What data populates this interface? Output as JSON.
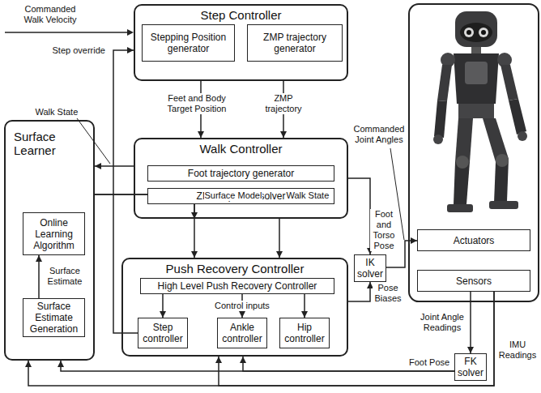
{
  "diagram": {
    "nodes": [
      {
        "text": [
          "Step Controller"
        ]
      },
      {
        "text": [
          "Stepping Position generator"
        ],
        "in": 0
      },
      {
        "text": [
          "ZMP trajectory generator"
        ],
        "in": 0
      },
      {
        "text": [
          "Surface Learner"
        ]
      },
      {
        "text": [
          "Online Learning Algorithm"
        ],
        "in": 3
      },
      {
        "text": [
          "Surface Estimate Generation"
        ],
        "in": 3
      },
      {
        "text": [
          "Walk Controller"
        ]
      },
      {
        "text": [
          "Foot trajectory generator"
        ],
        "in": 6
      },
      {
        "text": [
          "ZMP equation solver"
        ],
        "in": 6
      },
      {
        "text": [
          "Push Recovery Controller"
        ]
      },
      {
        "text": [
          "High Level Push Recovery Controller"
        ],
        "in": 9
      },
      {
        "text": [
          "Step controller"
        ],
        "in": 9
      },
      {
        "text": [
          "Ankle controller"
        ],
        "in": 9
      },
      {
        "text": [
          "Hip controller"
        ],
        "in": 9
      },
      {
        "text": [
          "IK solver"
        ]
      },
      {
        "text": [
          "Actuators"
        ]
      },
      {
        "text": [
          "Sensors"
        ]
      },
      {
        "text": [
          "FK solver"
        ]
      }
    ],
    "edges": [
      {
        "from": 0,
        "to": 6,
        "label": "Feet and Body Target Position",
        "arrow": "to"
      },
      {
        "from": 0,
        "to": 6,
        "label": "ZMP trajectory",
        "arrow": "to"
      },
      {
        "from": 6,
        "to": 3,
        "label": "Walk State",
        "arrow": "to"
      },
      {
        "from": 3,
        "to": 6,
        "arrow": "to"
      },
      {
        "from": 3,
        "to": 9,
        "arrow": "to"
      },
      {
        "from": 6,
        "to": 9,
        "label": "Walk State",
        "arrow": "to"
      },
      {
        "from": 6,
        "to": 14,
        "label": "Foot and Torso Pose",
        "arrow": "to"
      },
      {
        "from": 9,
        "to": 14,
        "label": "Pose Biases",
        "arrow": "to"
      },
      {
        "from": 14,
        "to": 15,
        "label": "Commanded Joint Angles",
        "arrow": "to"
      },
      {
        "from": 16,
        "to": 17,
        "label": "Joint Angle Readings",
        "arrow": "to"
      },
      {
        "from": 16,
        "to": 3,
        "label": "IMU Readings",
        "arrow": "to"
      },
      {
        "from": 16,
        "to": 9,
        "arrow": "to"
      },
      {
        "from": 17,
        "to": 3,
        "label": "Foot Pose",
        "arrow": "to"
      },
      {
        "from": 17,
        "to": 9,
        "arrow": "to"
      },
      {
        "from": 11,
        "to": 0,
        "label": "Step override",
        "arrow": "to"
      },
      {
        "from": 5,
        "to": 4,
        "label": "Surface Estimate",
        "arrow": "to"
      },
      {
        "from": 10,
        "to": 11,
        "arrow": "to"
      },
      {
        "from": 10,
        "to": 12,
        "arrow": "to"
      },
      {
        "from": 10,
        "to": 13,
        "arrow": "to"
      }
    ],
    "labels": [
      "Commanded Walk Velocity",
      "Surface Model",
      "Control inputs"
    ]
  }
}
